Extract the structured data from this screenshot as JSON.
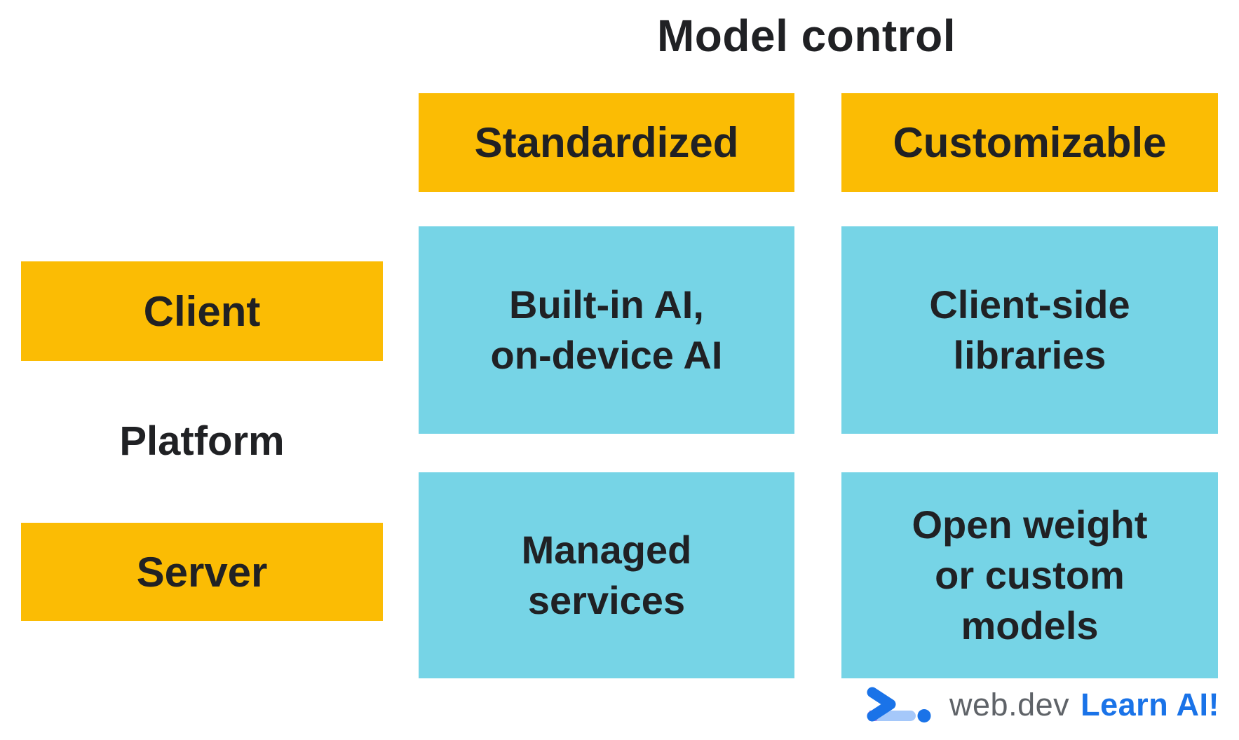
{
  "title": "Model control",
  "matrix": {
    "row_axis_label": "Platform",
    "column_headers": [
      {
        "label": "Standardized"
      },
      {
        "label": "Customizable"
      }
    ],
    "row_headers": [
      {
        "label": "Client"
      },
      {
        "label": "Server"
      }
    ],
    "cells": [
      {
        "row": "Client",
        "column": "Standardized",
        "text": "Built-in AI,\non-device AI"
      },
      {
        "row": "Client",
        "column": "Customizable",
        "text": "Client-side\nlibraries"
      },
      {
        "row": "Server",
        "column": "Standardized",
        "text": "Managed\nservices"
      },
      {
        "row": "Server",
        "column": "Customizable",
        "text": "Open weight\nor custom\nmodels"
      }
    ]
  },
  "footer": {
    "brand": "web.dev",
    "cta": "Learn AI!"
  },
  "icons": {
    "logo": "web-dev-chevron-logo"
  },
  "colors": {
    "header_yellow": "#fbbc04",
    "cell_cyan": "#76d4e6",
    "text_dark": "#202124",
    "brand_gray": "#5f6368",
    "brand_blue": "#1a73e8",
    "logo_purple": "#b678e0",
    "logo_light_blue": "#a5c8fa"
  }
}
